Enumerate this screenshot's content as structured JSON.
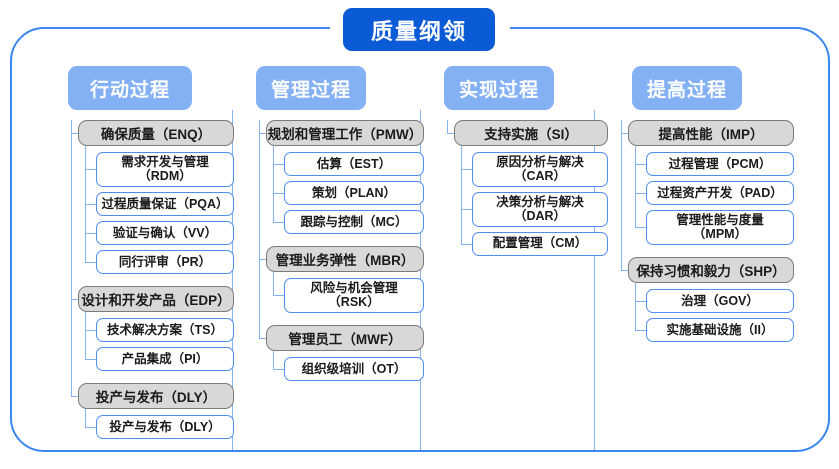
{
  "title": {
    "text": "质量纲领"
  },
  "theme": {
    "frame_border": "#3b86ef",
    "title_bg": "#0c5bd6",
    "column_header_bg": "#84b0f4",
    "group_bg": "#d8d8d8",
    "group_border": "#7b7b7b",
    "child_border": "#4e8ef0",
    "connector": "#84b0f4"
  },
  "columns": [
    {
      "header": "行动过程",
      "groups": [
        {
          "label": "确保质量（ENQ）",
          "children": [
            "需求开发与管理（RDM）",
            "过程质量保证（PQA）",
            "验证与确认（VV）",
            "同行评审（PR）"
          ]
        },
        {
          "label": "设计和开发产品（EDP）",
          "children": [
            "技术解决方案（TS）",
            "产品集成（PI）"
          ]
        },
        {
          "label": "投产与发布（DLY）",
          "children": [
            "投产与发布（DLY）"
          ]
        }
      ]
    },
    {
      "header": "管理过程",
      "groups": [
        {
          "label": "规划和管理工作（PMW）",
          "children": [
            "估算（EST）",
            "策划（PLAN）",
            "跟踪与控制（MC）"
          ]
        },
        {
          "label": "管理业务弹性（MBR）",
          "children": [
            "风险与机会管理（RSK）"
          ]
        },
        {
          "label": "管理员工（MWF）",
          "children": [
            "组织级培训（OT）"
          ]
        }
      ]
    },
    {
      "header": "实现过程",
      "groups": [
        {
          "label": "支持实施（SI）",
          "children": [
            "原因分析与解决（CAR）",
            "决策分析与解决（DAR）",
            "配置管理（CM）"
          ]
        }
      ]
    },
    {
      "header": "提高过程",
      "groups": [
        {
          "label": "提高性能（IMP）",
          "children": [
            "过程管理（PCM）",
            "过程资产开发（PAD）",
            "管理性能与度量\n（MPM）"
          ]
        },
        {
          "label": "保持习惯和毅力（SHP）",
          "children": [
            "治理（GOV）",
            "实施基础设施（II）"
          ]
        }
      ]
    }
  ]
}
